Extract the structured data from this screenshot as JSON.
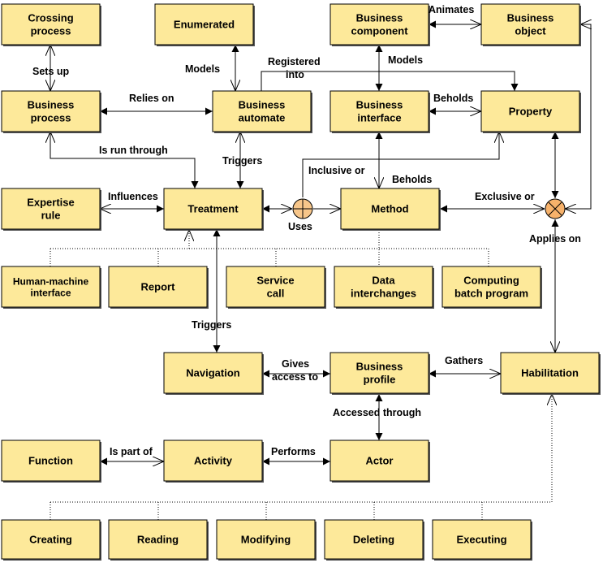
{
  "boxes": {
    "crossing_process": [
      "Crossing",
      "process"
    ],
    "enumerated": [
      "Enumerated"
    ],
    "business_component": [
      "Business",
      "component"
    ],
    "business_object": [
      "Business",
      "object"
    ],
    "business_process": [
      "Business",
      "process"
    ],
    "business_automate": [
      "Business",
      "automate"
    ],
    "business_interface": [
      "Business",
      "interface"
    ],
    "property": [
      "Property"
    ],
    "expertise_rule": [
      "Expertise",
      "rule"
    ],
    "treatment": [
      "Treatment"
    ],
    "method": [
      "Method"
    ],
    "human_machine_interface": [
      "Human-machine",
      "interface"
    ],
    "report": [
      "Report"
    ],
    "service_call": [
      "Service",
      "call"
    ],
    "data_interchanges": [
      "Data",
      "interchanges"
    ],
    "computing_batch_program": [
      "Computing",
      "batch program"
    ],
    "navigation": [
      "Navigation"
    ],
    "business_profile": [
      "Business",
      "profile"
    ],
    "habilitation": [
      "Habilitation"
    ],
    "function": [
      "Function"
    ],
    "activity": [
      "Activity"
    ],
    "actor": [
      "Actor"
    ],
    "creating": [
      "Creating"
    ],
    "reading": [
      "Reading"
    ],
    "modifying": [
      "Modifying"
    ],
    "deleting": [
      "Deleting"
    ],
    "executing": [
      "Executing"
    ]
  },
  "edge_labels": {
    "sets_up": "Sets up",
    "models_automate": "Models",
    "animates": "Animates",
    "models_interface": "Models",
    "registered_into_1": "Registered",
    "registered_into_2": "into",
    "relies_on": "Relies on",
    "beholds_property": "Beholds",
    "is_run_through": "Is run through",
    "triggers_treatment": "Triggers",
    "inclusive_or": "Inclusive or",
    "beholds_method": "Beholds",
    "influences": "Influences",
    "uses": "Uses",
    "exclusive_or": "Exclusive or",
    "applies_on": "Applies on",
    "triggers_navigation": "Triggers",
    "gives_access_to_1": "Gives",
    "gives_access_to_2": "access to",
    "gathers": "Gathers",
    "accessed_through": "Accessed through",
    "is_part_of": "Is part of",
    "performs": "Performs"
  },
  "colors": {
    "box_fill": "#fde99a",
    "xor_fill": "#f7b26b",
    "or_fill": "#f7c68a",
    "line": "#000000"
  }
}
